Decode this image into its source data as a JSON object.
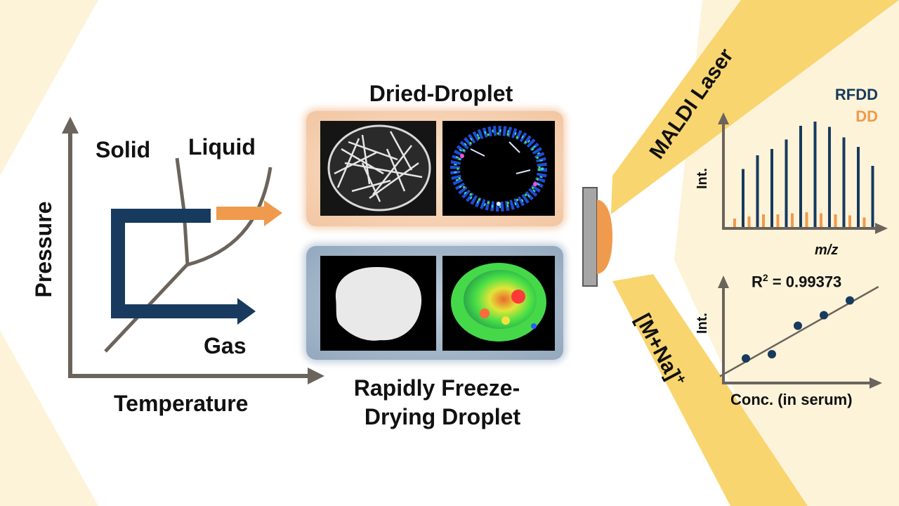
{
  "phase_diagram": {
    "y_axis_label": "Pressure",
    "x_axis_label": "Temperature",
    "region_solid": "Solid",
    "region_liquid": "Liquid",
    "region_gas": "Gas"
  },
  "droplets": {
    "top_title": "Dried-Droplet",
    "bottom_title_line1": "Rapidly Freeze-",
    "bottom_title_line2": "Drying Droplet"
  },
  "beams": {
    "laser_label": "MALDI Laser",
    "ion_label": "[M+Na]+"
  },
  "spectrum": {
    "legend_rfdd": "RFDD",
    "legend_dd": "DD",
    "y_label": "Int.",
    "x_label": "m/z"
  },
  "calibration": {
    "r2_text": "R2 = 0.99373",
    "y_label": "Int.",
    "x_label": "Conc. (in serum)"
  },
  "colors": {
    "navy": "#173a5e",
    "orange": "#ef9a4d",
    "cream": "#fdf3d8",
    "gold": "#f9d56f",
    "axis": "#6b645c"
  },
  "chart_data": [
    {
      "type": "bar",
      "x_label": "m/z",
      "y_label": "Int.",
      "series": [
        {
          "name": "RFDD",
          "values": [
            0.55,
            0.68,
            0.74,
            0.83,
            0.96,
            1.0,
            0.95,
            0.85,
            0.76,
            0.58
          ]
        },
        {
          "name": "DD",
          "values": [
            0.08,
            0.1,
            0.12,
            0.12,
            0.13,
            0.14,
            0.13,
            0.12,
            0.11,
            0.09
          ]
        }
      ]
    },
    {
      "type": "scatter",
      "x_label": "Conc. (in serum)",
      "y_label": "Int.",
      "annotation": "R2 = 0.99373",
      "points": [
        {
          "x": 1,
          "y": 1.0
        },
        {
          "x": 2,
          "y": 1.2
        },
        {
          "x": 3,
          "y": 2.55
        },
        {
          "x": 4,
          "y": 3.05
        },
        {
          "x": 5,
          "y": 3.75
        }
      ],
      "fit_line": {
        "x": [
          0,
          6.1
        ],
        "y": [
          0.15,
          4.4
        ]
      }
    }
  ]
}
